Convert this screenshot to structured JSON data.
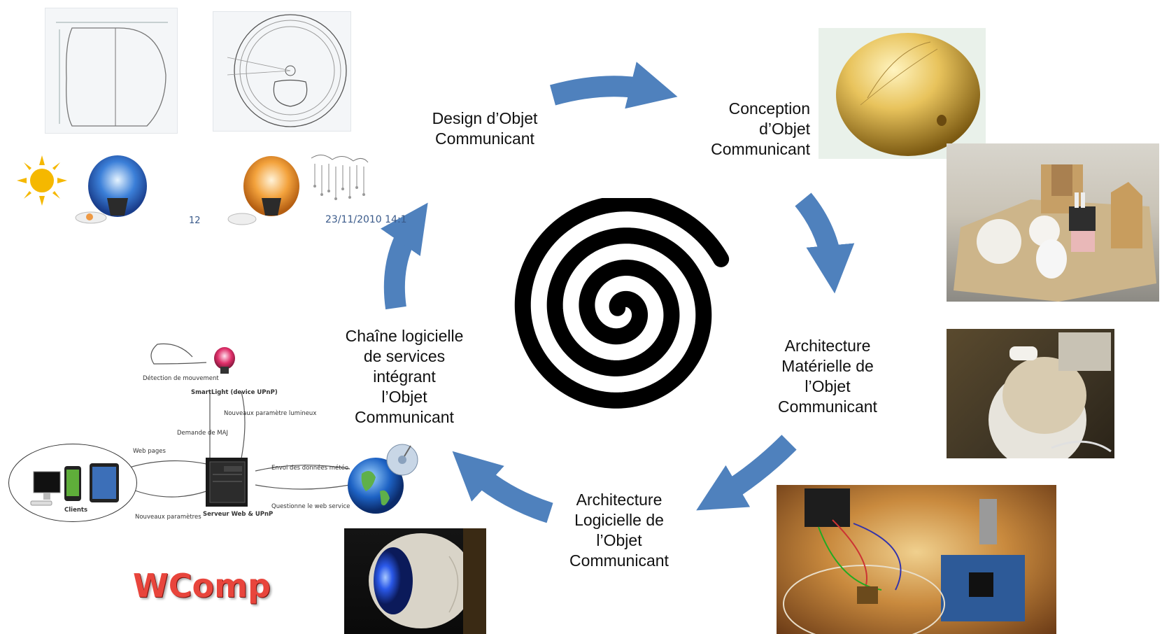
{
  "cycle_steps": {
    "design": "Design d’Objet\nCommunicant",
    "conception": "Conception\nd’Objet\nCommunicant",
    "archi_materielle": "Architecture\nMatérielle de\nl’Objet\nCommunicant",
    "archi_logicielle": "Architecture\nLogicielle de\nl’Objet\nCommunicant",
    "chaine_logicielle": "Chaîne logicielle\nde services\nintégrant\nl’Objet\nCommunicant"
  },
  "design_panel": {
    "page_number": "12",
    "date": "23/11/2010 14:1"
  },
  "wcomp_diagram": {
    "detection": "Détection de mouvement",
    "smartlight": "SmartLight (device UPnP)",
    "nouveaux_params_lumineux": "Nouveaux paramètre lumineux",
    "demande_maj": "Demande de MAJ",
    "web_pages": "Web pages",
    "envoi_meteo": "Envoi des données météo",
    "questionne": "Questionne le web service",
    "clients": "Clients",
    "nouveaux_params": "Nouveaux paramètres",
    "serveur": "Serveur Web & UPnP"
  },
  "logo": "WComp",
  "colors": {
    "arrow": "#4f81bd",
    "spiral": "#000000",
    "wcomp": "#e8453c"
  }
}
